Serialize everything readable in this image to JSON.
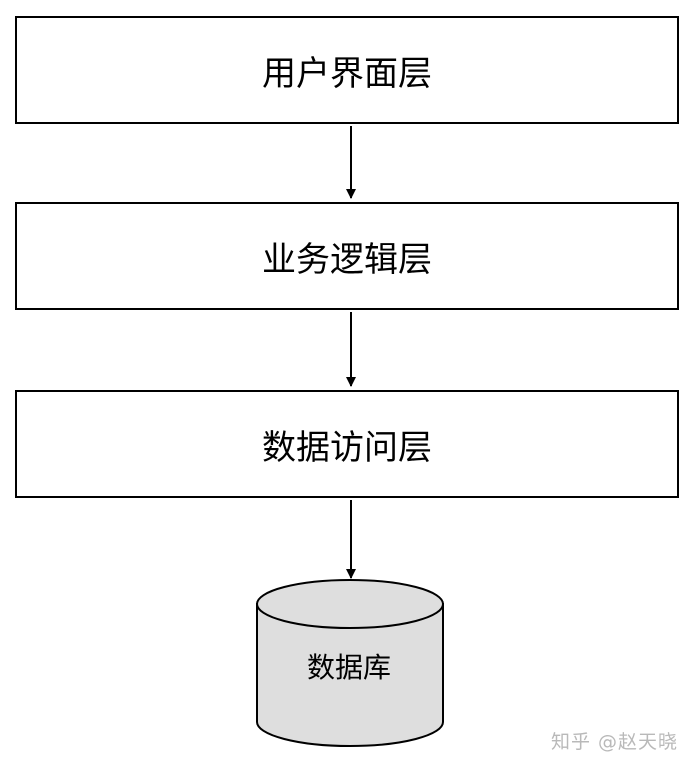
{
  "layers": [
    {
      "label": "用户界面层"
    },
    {
      "label": "业务逻辑层"
    },
    {
      "label": "数据访问层"
    }
  ],
  "database": {
    "label": "数据库"
  },
  "watermark": "知乎 @赵天晓",
  "colors": {
    "stroke": "#000000",
    "database_fill": "#dedede",
    "watermark": "#b9b9b9"
  }
}
